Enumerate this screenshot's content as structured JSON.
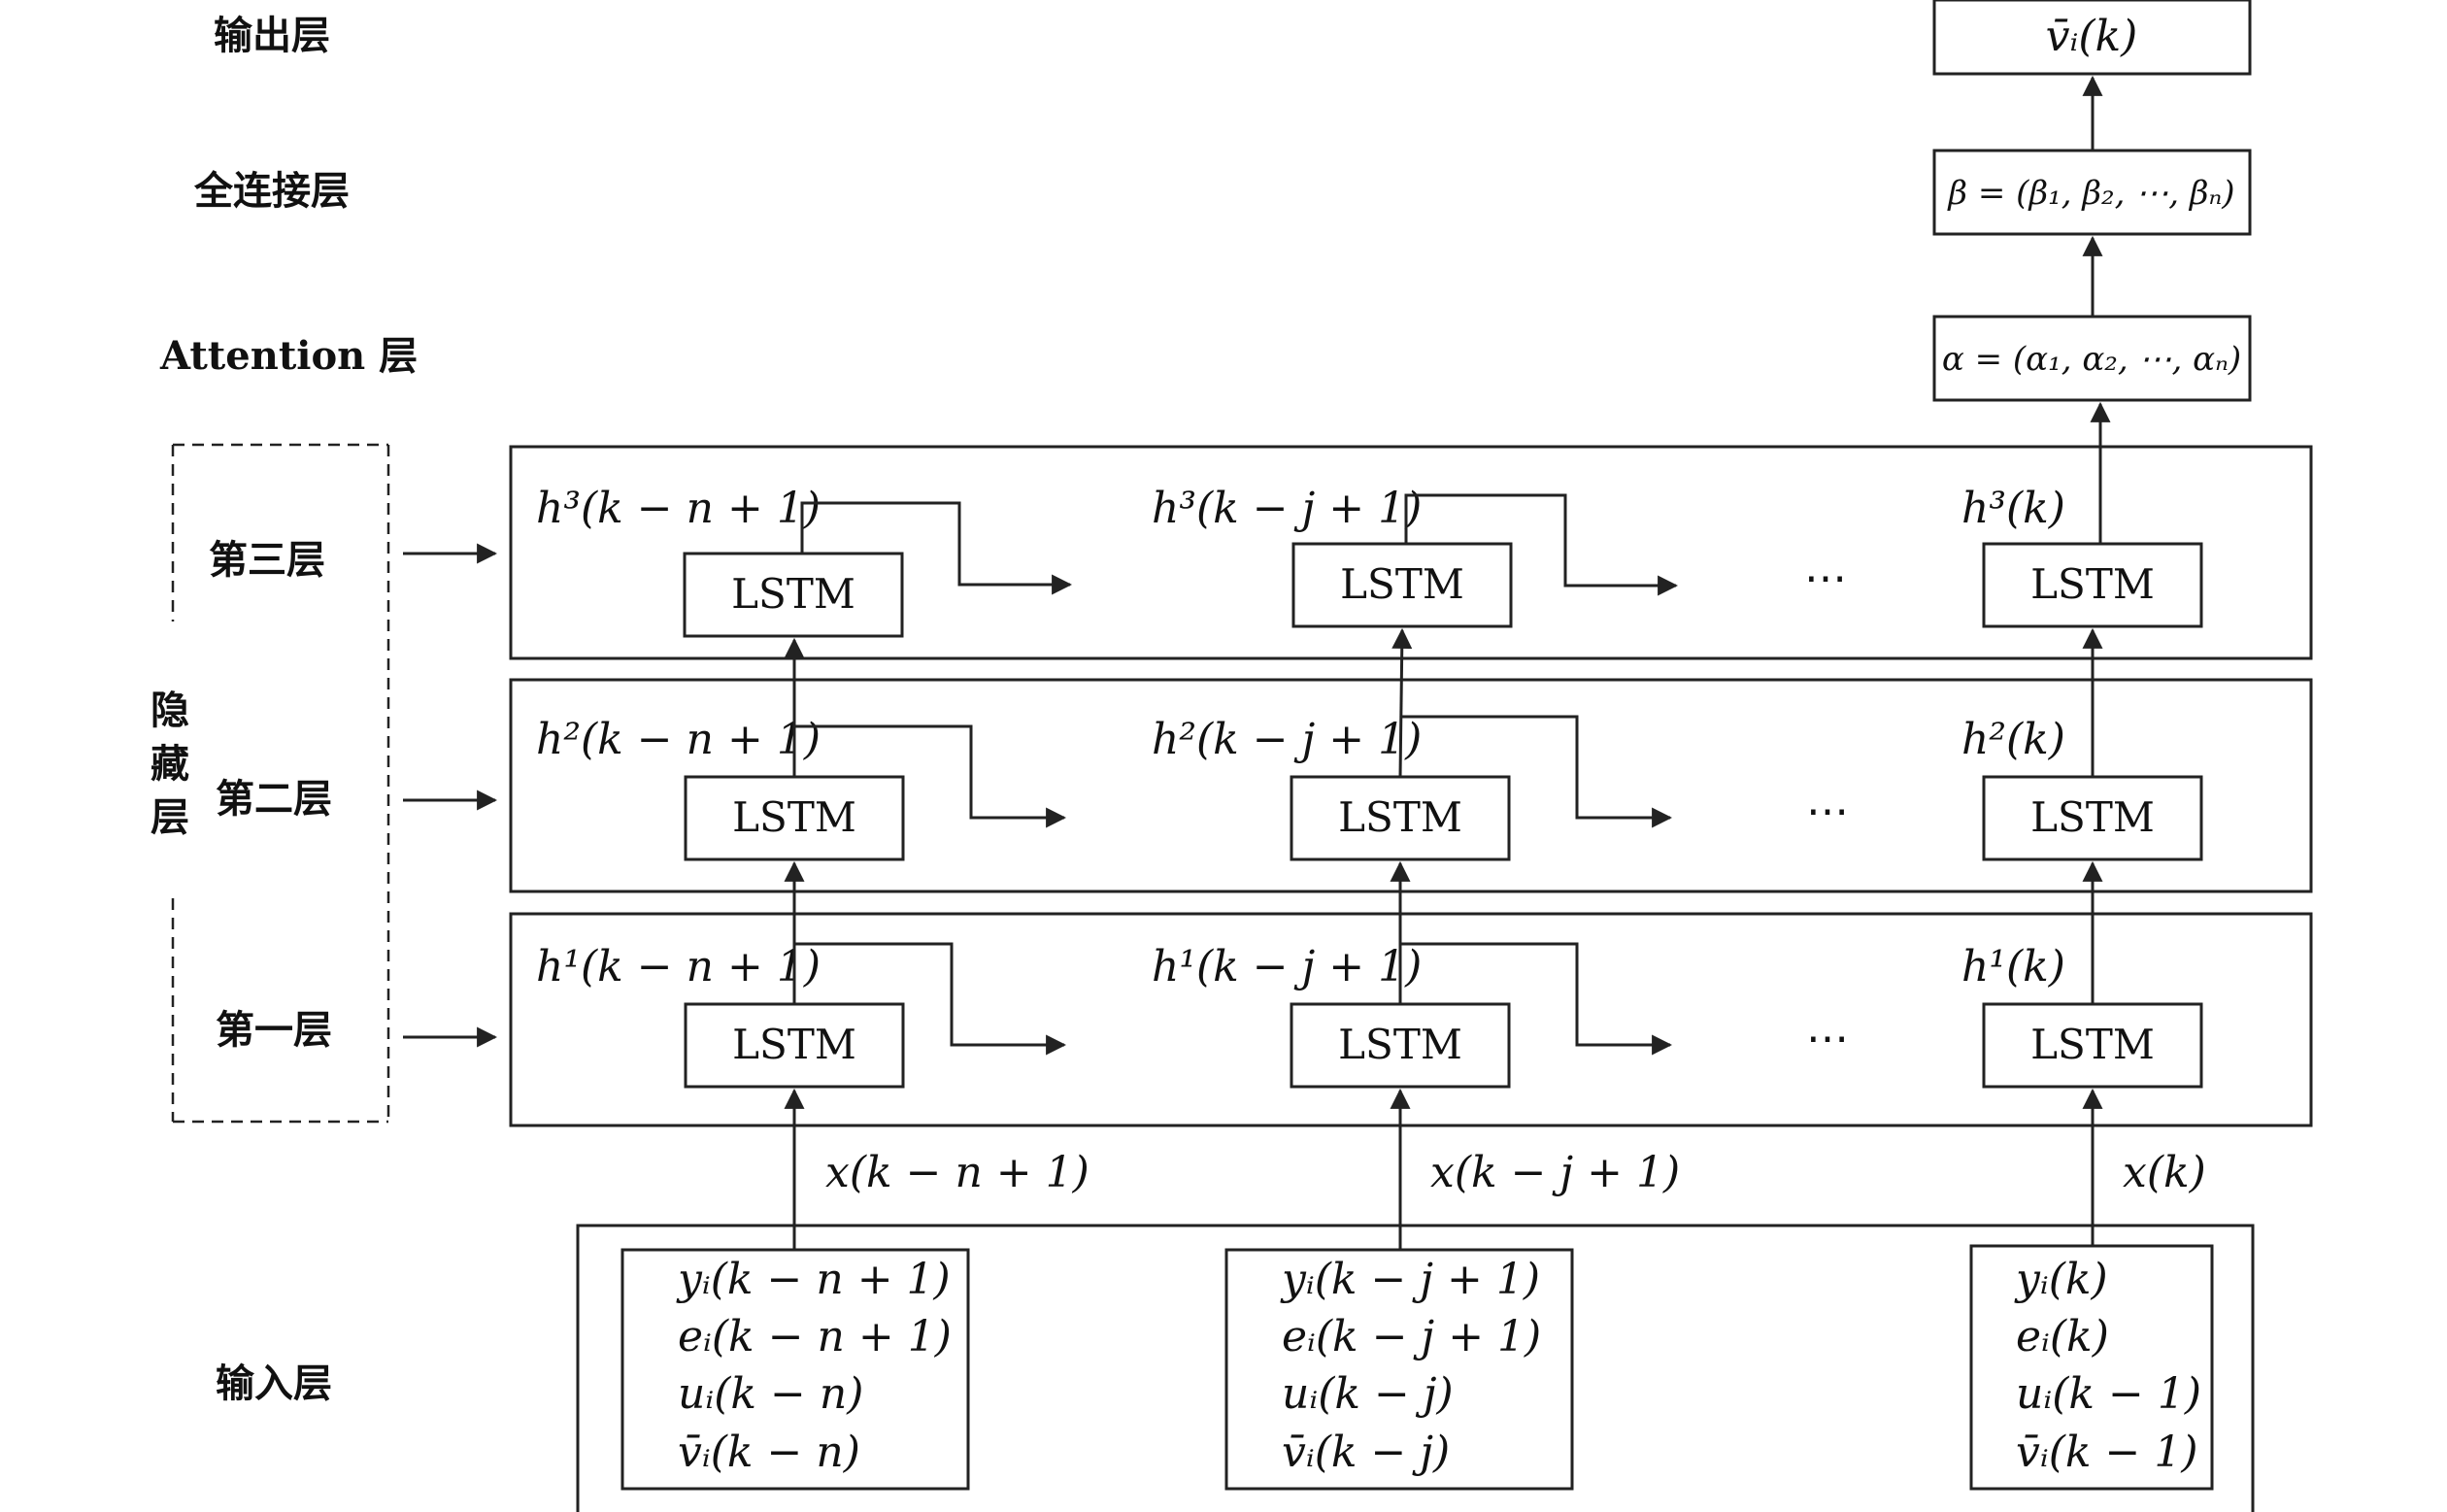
{
  "layer_labels": {
    "output": "输出层",
    "fully_connected": "全连接层",
    "attention": "Attention 层",
    "hidden_group": "隐藏层",
    "hidden_group_chars": [
      "隐",
      "藏",
      "层"
    ],
    "third": "第三层",
    "second": "第二层",
    "first": "第一层",
    "input": "输入层"
  },
  "top_chain": {
    "output": "v̄ᵢ(k)",
    "fully_connected": "β = (β₁, β₂, ⋯, βₙ)",
    "attention": "α = (α₁, α₂, ⋯, αₙ)"
  },
  "lstm_label": "LSTM",
  "ellipsis": "⋯",
  "hidden_states": {
    "third": [
      "h³(k − n + 1)",
      "h³(k − j + 1)",
      "h³(k)"
    ],
    "second": [
      "h²(k − n + 1)",
      "h²(k − j + 1)",
      "h²(k)"
    ],
    "first": [
      "h¹(k − n + 1)",
      "h¹(k − j + 1)",
      "h¹(k)"
    ]
  },
  "inputs_x": [
    "x(k − n + 1)",
    "x(k − j + 1)",
    "x(k)"
  ],
  "input_boxes": [
    [
      "yᵢ(k − n + 1)",
      "eᵢ(k − n + 1)",
      "uᵢ(k − n)",
      "v̄ᵢ(k − n)"
    ],
    [
      "yᵢ(k − j + 1)",
      "eᵢ(k − j + 1)",
      "uᵢ(k − j)",
      "v̄ᵢ(k − j)"
    ],
    [
      "yᵢ(k)",
      "eᵢ(k)",
      "uᵢ(k − 1)",
      "v̄ᵢ(k − 1)"
    ]
  ]
}
